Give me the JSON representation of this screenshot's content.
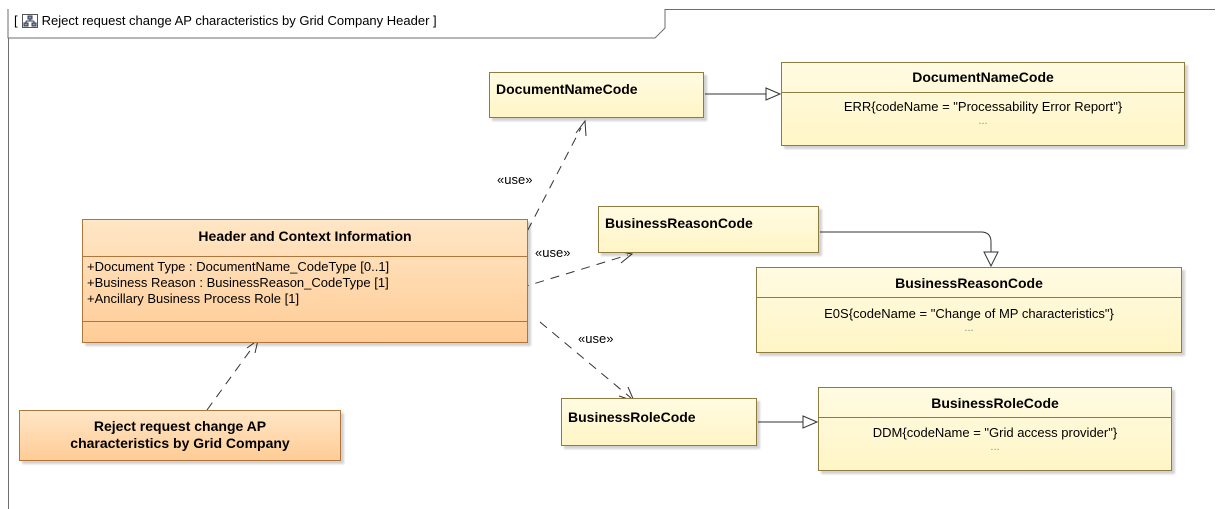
{
  "frame": {
    "title": "Reject request change AP characteristics by Grid Company Header ]",
    "open_bracket": "["
  },
  "header_class": {
    "title": "Header and Context Information",
    "attributes": [
      "+Document Type : DocumentName_CodeType [0..1]",
      "+Business Reason : BusinessReason_CodeType [1]",
      "+Ancillary Business Process Role [1]"
    ]
  },
  "reject_class": {
    "title_line1": "Reject request change AP",
    "title_line2": "characteristics by Grid Company"
  },
  "simple_classes": {
    "doc_name": "DocumentNameCode",
    "business_reason": "BusinessReasonCode",
    "business_role": "BusinessRoleCode"
  },
  "enumerations": {
    "doc_name": {
      "title": "DocumentNameCode",
      "literal": "ERR{codeName = \"Processability Error Report\"}",
      "more": "..."
    },
    "business_reason": {
      "title": "BusinessReasonCode",
      "literal": "E0S{codeName = \"Change of MP characteristics\"}",
      "more": "..."
    },
    "business_role": {
      "title": "BusinessRoleCode",
      "literal": "DDM{codeName = \"Grid access provider\"}",
      "more": "..."
    }
  },
  "stereotypes": {
    "use1": "«use»",
    "use2": "«use»",
    "use3": "«use»"
  },
  "colors": {
    "enum_fill": "#fff5c6",
    "class_fill": "#ffcc96",
    "border": "#8f7a3f",
    "line": "#333333"
  }
}
